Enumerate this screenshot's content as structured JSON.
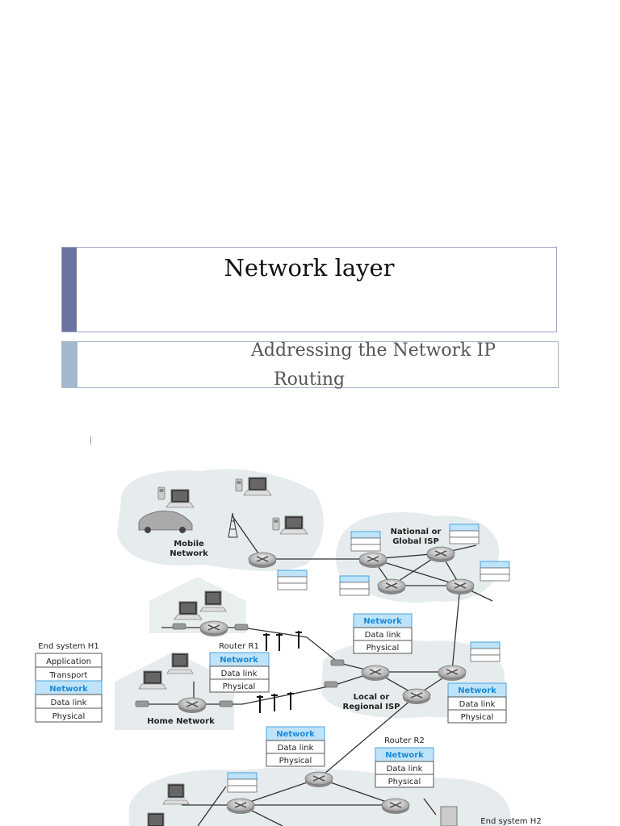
{
  "slide": {
    "title": "Network layer",
    "subtitle_line1": "Addressing the Network IP",
    "subtitle_line2": "Routing"
  },
  "diagram": {
    "regions": {
      "mobile": "Mobile",
      "mobile2": "Network",
      "national": "National or",
      "national2": "Global ISP",
      "local": "Local or",
      "local2": "Regional ISP",
      "home": "Home Network"
    },
    "end_system_h1": {
      "label": "End system H1",
      "layers": [
        "Application",
        "Transport",
        "Network",
        "Data link",
        "Physical"
      ]
    },
    "router_r1": {
      "label": "Router R1",
      "layers": [
        "Network",
        "Data link",
        "Physical"
      ]
    },
    "local_isp_stack": {
      "layers": [
        "Network",
        "Data link",
        "Physical"
      ]
    },
    "local_isp_stack_right": {
      "layers": [
        "Network",
        "Data link",
        "Physical"
      ]
    },
    "enterprise_stack": {
      "layers": [
        "Network",
        "Data link",
        "Physical"
      ]
    },
    "router_r2": {
      "label": "Router R2",
      "layers": [
        "Network",
        "Data link",
        "Physical"
      ]
    },
    "end_system_h2": {
      "label": "End system H2"
    },
    "colors": {
      "network_highlight": "#bfe3f8",
      "network_text": "#1a8ad8",
      "cloud": "#e6ecee"
    }
  }
}
